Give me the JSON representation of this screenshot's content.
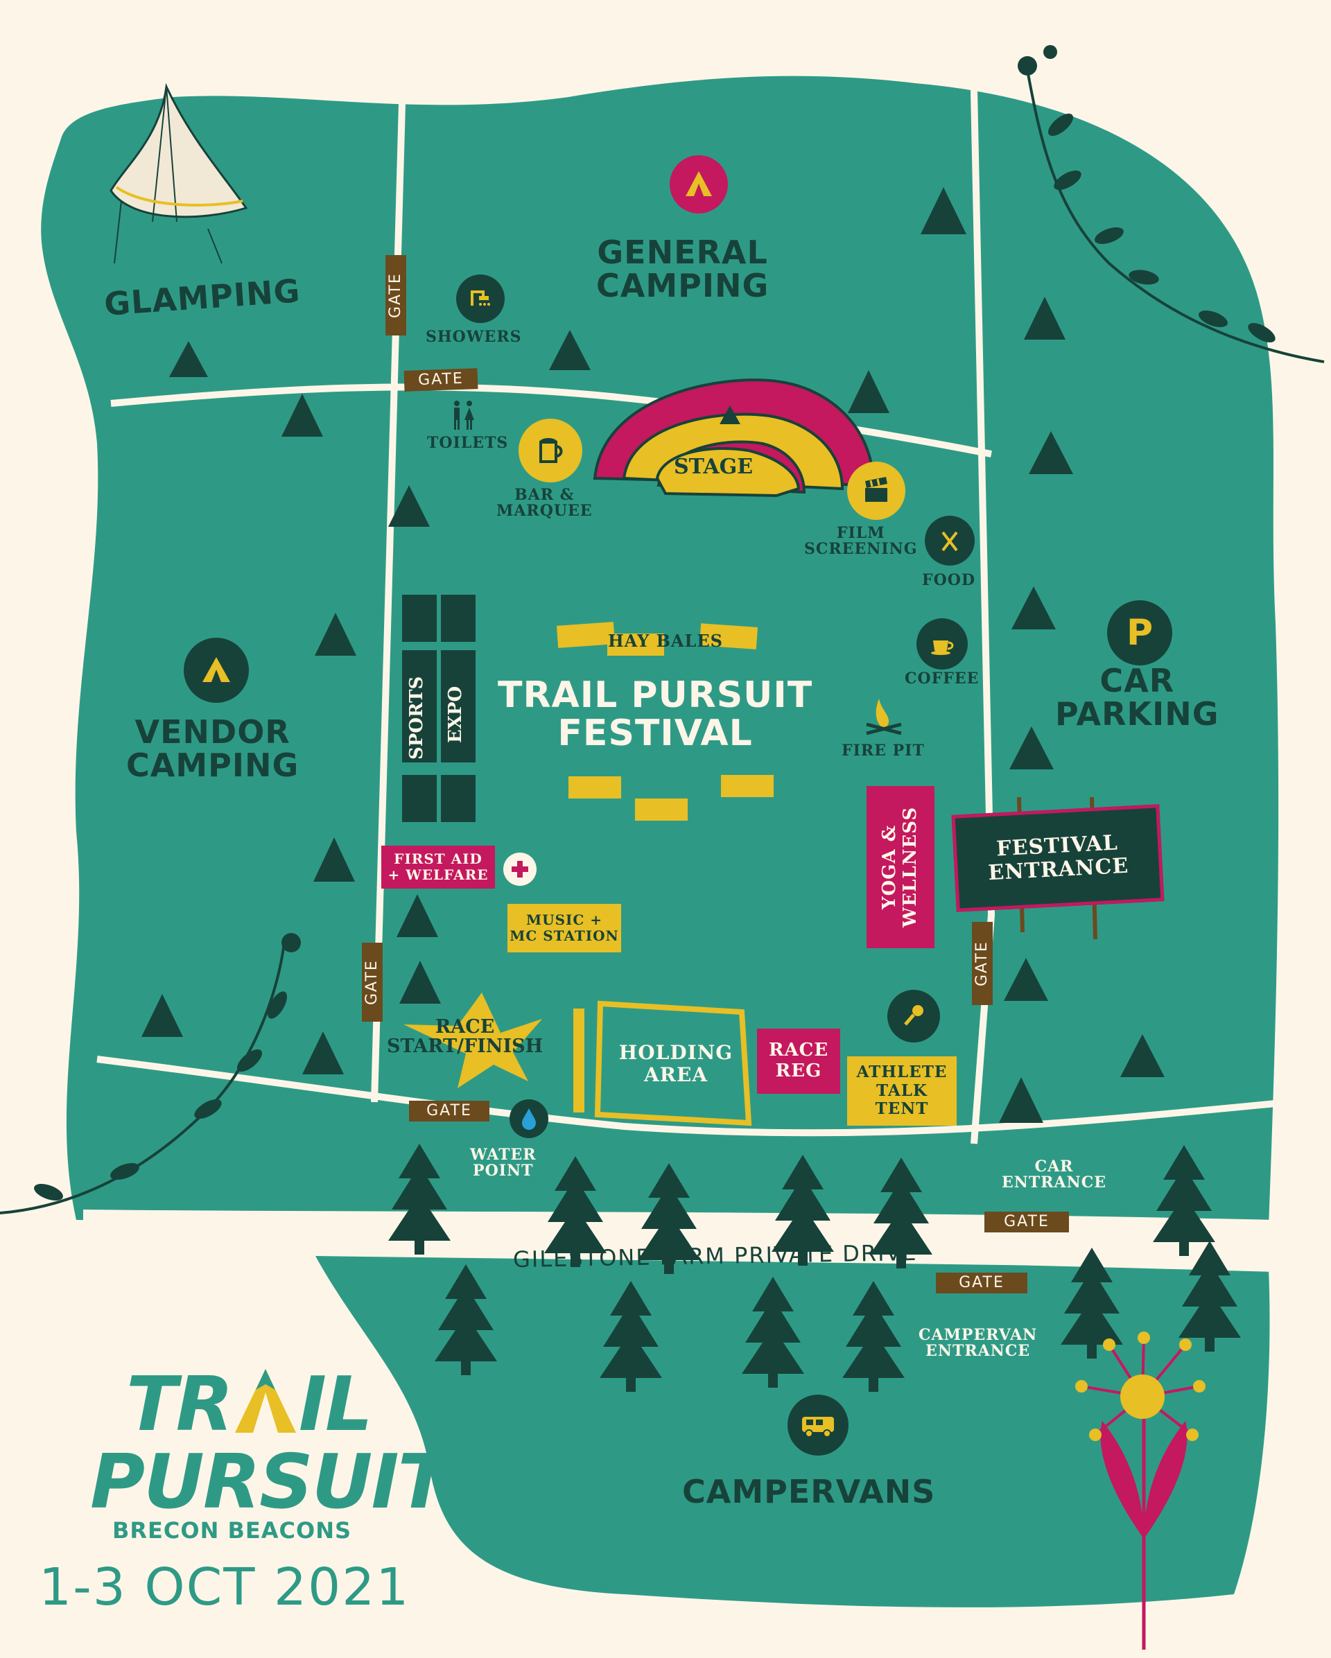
{
  "colors": {
    "background": "#fdf6e8",
    "field": "#2e9a86",
    "dark": "#17423a",
    "yellow": "#e8bf24",
    "magenta": "#c4185f",
    "brown": "#6b4a1e",
    "path": "#fdf6e8"
  },
  "zones": {
    "glamping": "GLAMPING",
    "general_camping": "GENERAL\nCAMPING",
    "vendor_camping": "VENDOR\nCAMPING",
    "car_parking": "CAR\nPARKING",
    "campervans": "CAMPERVANS",
    "festival_title": "TRAIL PURSUIT\nFESTIVAL"
  },
  "facilities": {
    "showers": "SHOWERS",
    "toilets": "TOILETS",
    "bar": "BAR &\nMARQUEE",
    "stage": "STAGE",
    "film": "FILM\nSCREENING",
    "food": "FOOD",
    "coffee": "COFFEE",
    "fire_pit": "FIRE PIT",
    "hay_bales": "HAY BALES",
    "sports_expo_1": "SPORTS",
    "sports_expo_2": "EXPO",
    "yoga": "YOGA &\nWELLNESS",
    "festival_entrance": "FESTIVAL\nENTRANCE",
    "first_aid": "FIRST AID\n+ WELFARE",
    "music": "MUSIC +\nMC STATION",
    "race_start": "RACE\nSTART/FINISH",
    "holding_area": "HOLDING\nAREA",
    "race_reg": "RACE\nREG",
    "athlete_talk": "ATHLETE\nTALK\nTENT",
    "water_point": "WATER\nPOINT",
    "car_entrance": "CAR\nENTRANCE",
    "campervan_entrance": "CAMPERVAN\nENTRANCE",
    "road": "GILESTONE FARM PRIVATE DRIVE"
  },
  "gates": [
    "GATE",
    "GATE",
    "GATE",
    "GATE",
    "GATE",
    "GATE",
    "GATE"
  ],
  "branding": {
    "logo_line1_a": "TR",
    "logo_line1_b": "IL",
    "logo_line2": "PURSUIT",
    "logo_line3": "BRECON BEACONS",
    "dates": "1-3 OCT 2021"
  },
  "icons": [
    "tent-icon",
    "shower-icon",
    "toilet-icon",
    "beer-icon",
    "clapperboard-icon",
    "cutlery-icon",
    "coffee-cup-icon",
    "parking-icon",
    "campfire-icon",
    "first-aid-cross-icon",
    "microphone-icon",
    "water-drop-icon",
    "campervan-icon",
    "star-icon",
    "flower-icon",
    "vine-icon",
    "pine-tree-icon"
  ]
}
